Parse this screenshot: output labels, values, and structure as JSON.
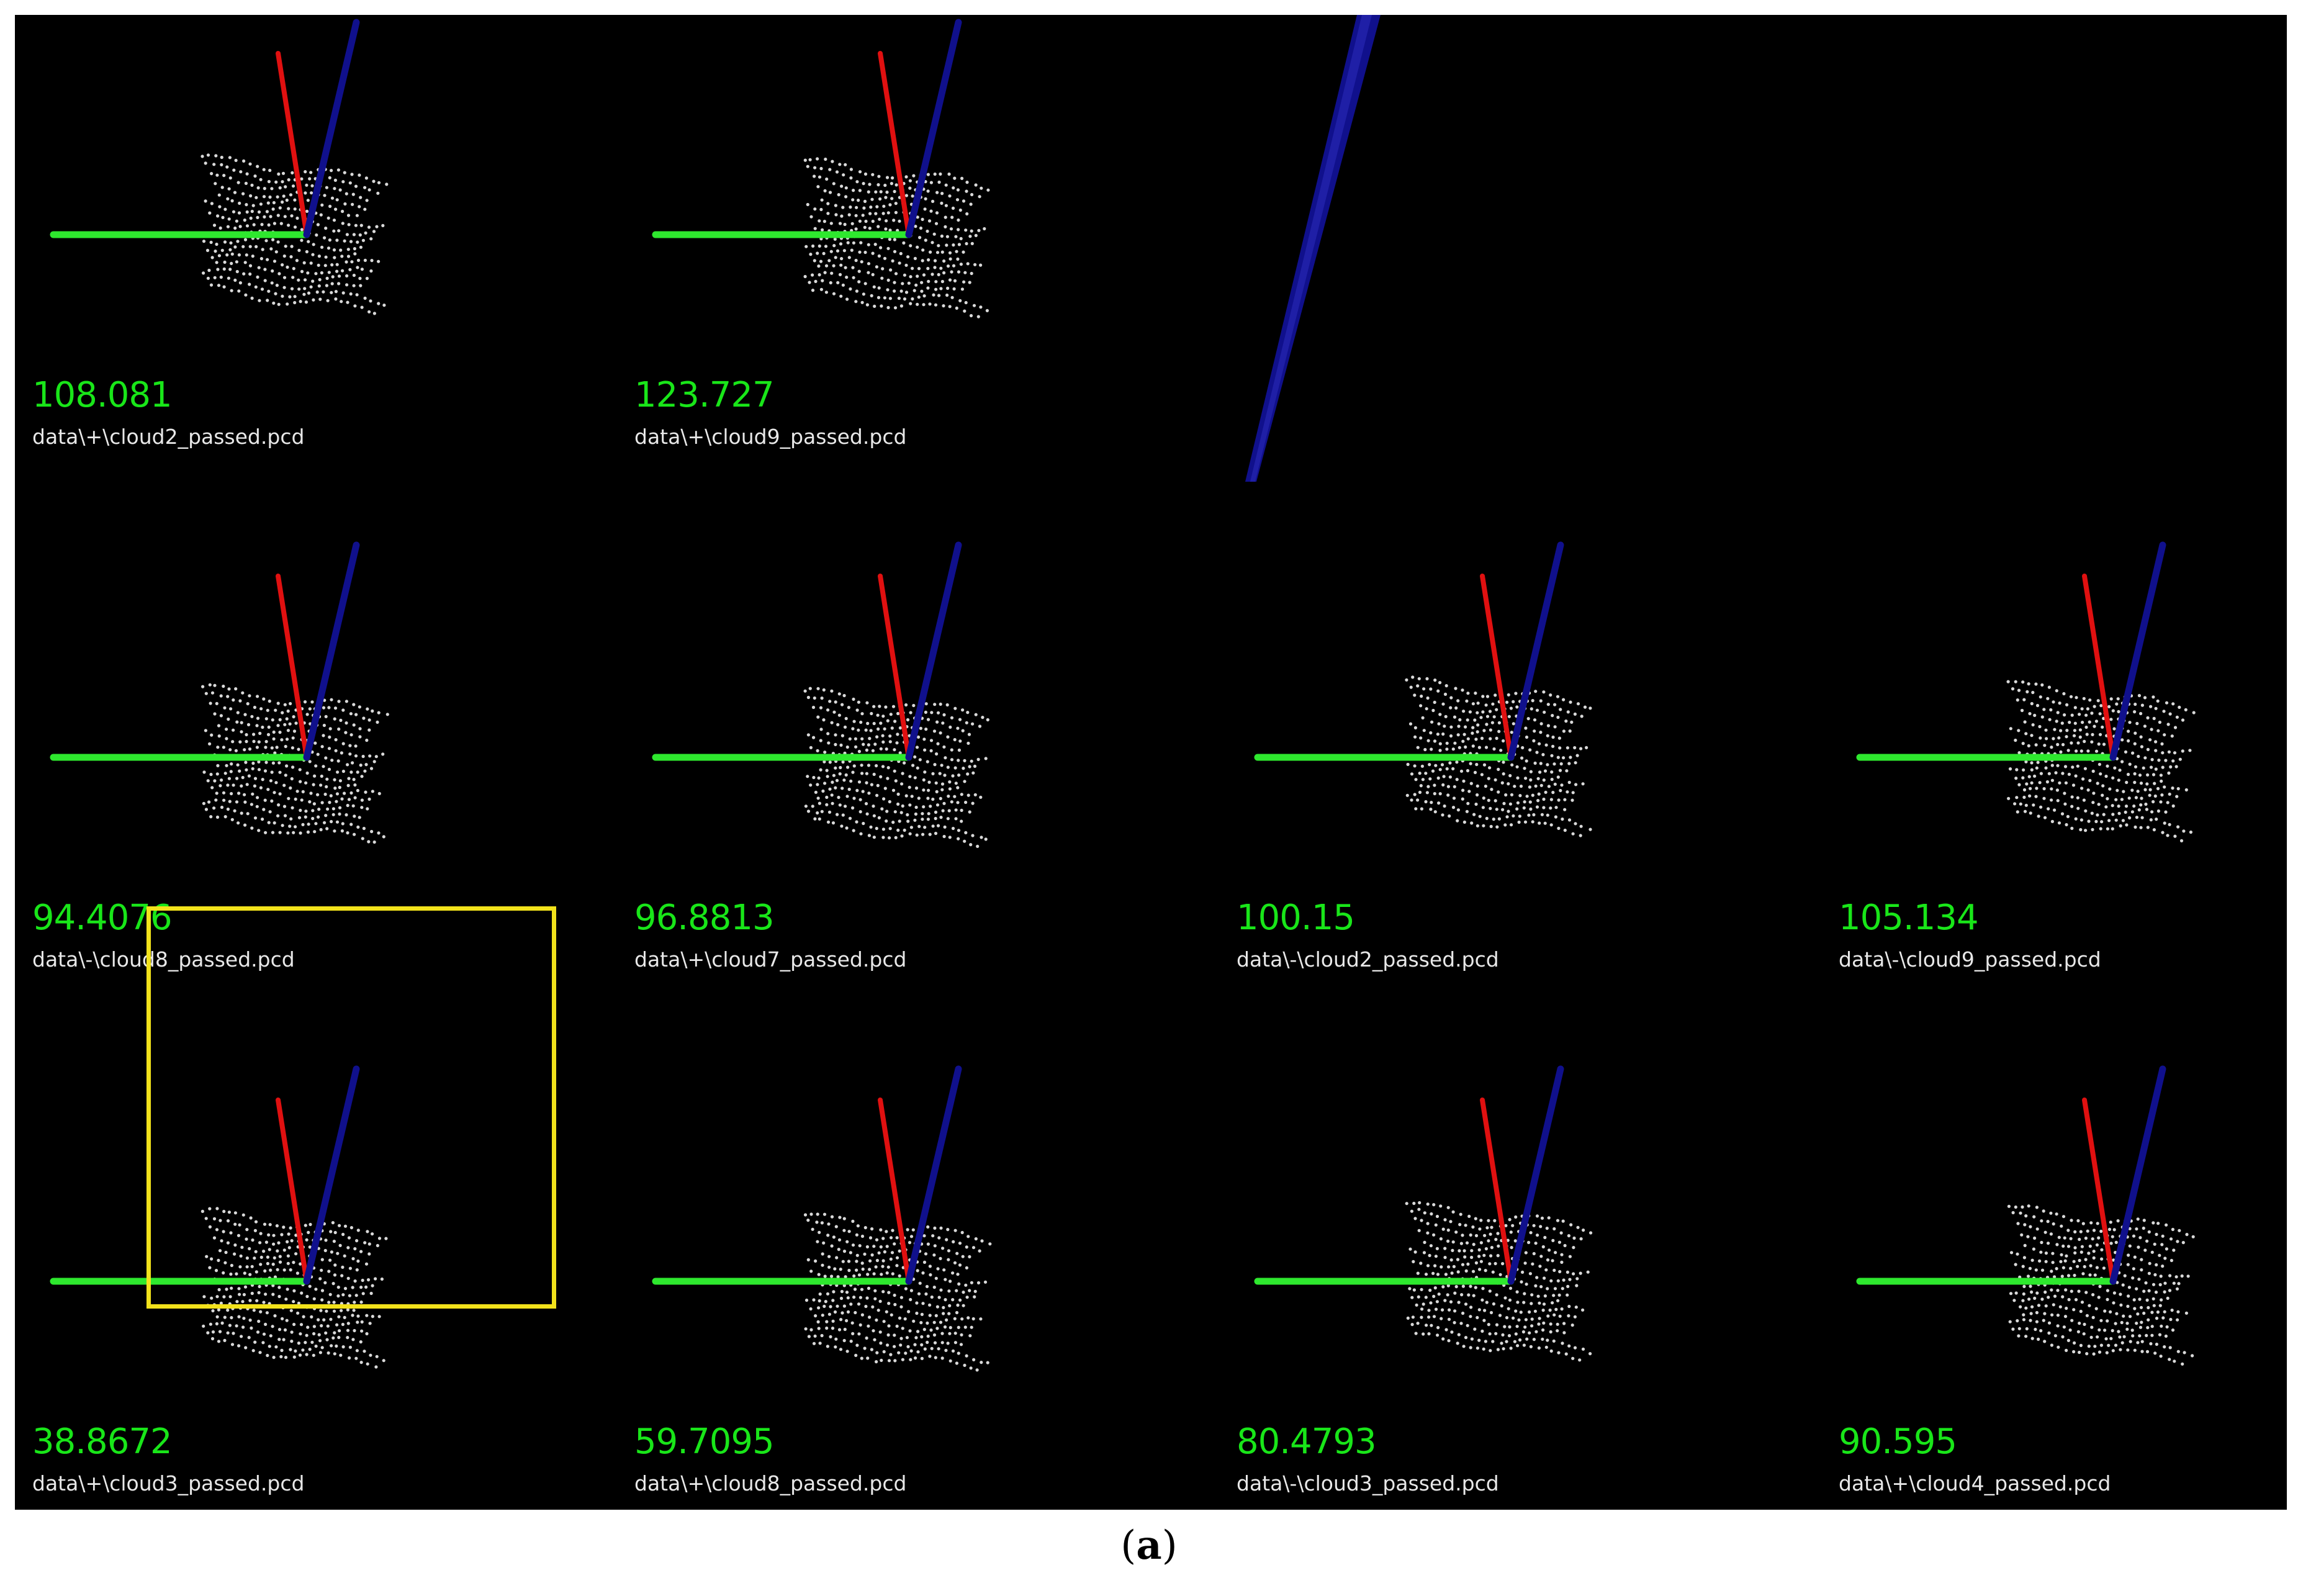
{
  "colors": {
    "background": "#000000",
    "score_text": "#19e619",
    "filename_text": "#e8e8e8",
    "axis_x": "#2ee82e",
    "axis_y": "#e01010",
    "axis_z": "#10108c",
    "points": "#d9d9d9",
    "highlight": "#f2e21b"
  },
  "icons": {
    "axis_gizmo": "coordinate-axes-icon",
    "point_cloud": "point-cloud-icon"
  },
  "rows": [
    {
      "cells": [
        {
          "score": "108.081",
          "file": "data\\+\\cloud2_passed.pcd"
        },
        {
          "score": "123.727",
          "file": "data\\+\\cloud9_passed.pcd"
        }
      ]
    },
    {
      "cells": [
        {
          "score": "94.4076",
          "file": "data\\-\\cloud8_passed.pcd"
        },
        {
          "score": "96.8813",
          "file": "data\\+\\cloud7_passed.pcd"
        },
        {
          "score": "100.15",
          "file": "data\\-\\cloud2_passed.pcd"
        },
        {
          "score": "105.134",
          "file": "data\\-\\cloud9_passed.pcd"
        }
      ]
    },
    {
      "cells": [
        {
          "score": "38.8672",
          "file": "data\\+\\cloud3_passed.pcd"
        },
        {
          "score": "59.7095",
          "file": "data\\+\\cloud8_passed.pcd"
        },
        {
          "score": "80.4793",
          "file": "data\\-\\cloud3_passed.pcd"
        },
        {
          "score": "90.595",
          "file": "data\\+\\cloud4_passed.pcd"
        }
      ]
    }
  ],
  "caption": {
    "open": "(",
    "letter": "a",
    "close": ")"
  }
}
